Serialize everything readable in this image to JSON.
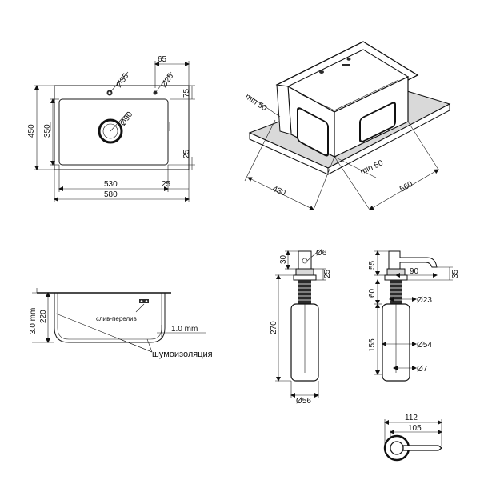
{
  "sink_top": {
    "hole_small_1": "Ø35",
    "hole_small_2": "Ø25",
    "drain": "Ø90",
    "offset_65": "65",
    "offset_75": "75",
    "height_450": "450",
    "height_350": "350",
    "corner_25_v": "25",
    "width_530": "530",
    "width_580": "580",
    "corner_25_h": "25"
  },
  "sink_iso": {
    "min50_top": "min 50",
    "min50_bottom": "min 50",
    "depth_430": "430",
    "width_560": "560"
  },
  "sink_section": {
    "thickness": "3.0 mm",
    "depth": "220",
    "overflow": "слив-перелив",
    "wall": "1.0 mm",
    "insulation": "шумоизоляция"
  },
  "dispenser_front": {
    "d6": "Ø6",
    "h30": "30",
    "h25": "25",
    "h270": "270",
    "d56": "Ø56"
  },
  "dispenser_side": {
    "h55": "55",
    "spout90": "90",
    "h35": "35",
    "h60": "60",
    "d23": "Ø23",
    "h155": "155",
    "d54": "Ø54",
    "d7": "Ø7"
  },
  "dispenser_top": {
    "w112": "112",
    "w105": "105"
  }
}
